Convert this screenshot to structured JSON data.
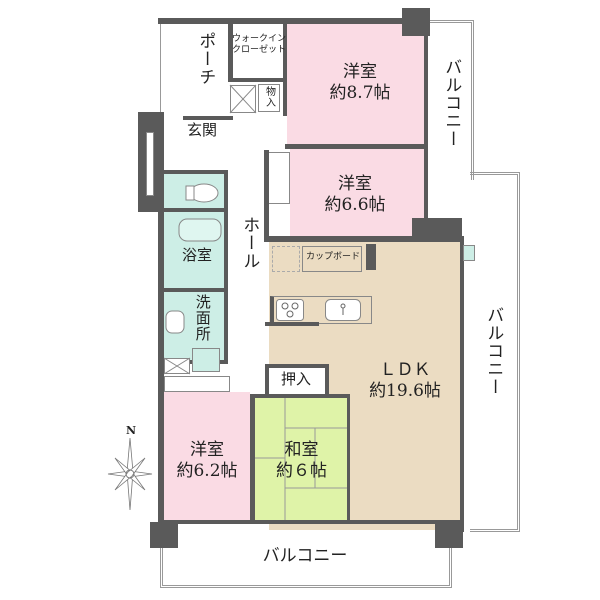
{
  "floorplan": {
    "rooms": {
      "porch": {
        "label": "ポーチ"
      },
      "walk_in_closet": {
        "label_line1": "ウォークイン",
        "label_line2": "クローゼット"
      },
      "storage": {
        "label": "物入"
      },
      "bedroom1": {
        "label": "洋室",
        "size": "約8.7帖"
      },
      "entrance": {
        "label": "玄関"
      },
      "bedroom2": {
        "label": "洋室",
        "size": "約6.6帖"
      },
      "bathroom": {
        "label": "浴室"
      },
      "hall": {
        "label": "ホール"
      },
      "cupboard": {
        "label": "カップボード"
      },
      "washroom": {
        "label": "洗面所"
      },
      "closet": {
        "label": "押入"
      },
      "ldk": {
        "label": "ＬＤＫ",
        "size": "約19.6帖"
      },
      "bedroom3": {
        "label": "洋室",
        "size": "約6.2帖"
      },
      "japanese_room": {
        "label": "和室",
        "size": "約６帖"
      }
    },
    "balconies": {
      "east_upper": "バルコニー",
      "east_lower": "バルコニー",
      "south": "バルコニー"
    },
    "compass": {
      "north_label": "N"
    },
    "colors": {
      "wall": "#5a5a5a",
      "western_room": "#fadbe4",
      "wet_area": "#cdeee6",
      "ldk": "#ebdcc2",
      "tatami": "#dff3a8"
    }
  }
}
